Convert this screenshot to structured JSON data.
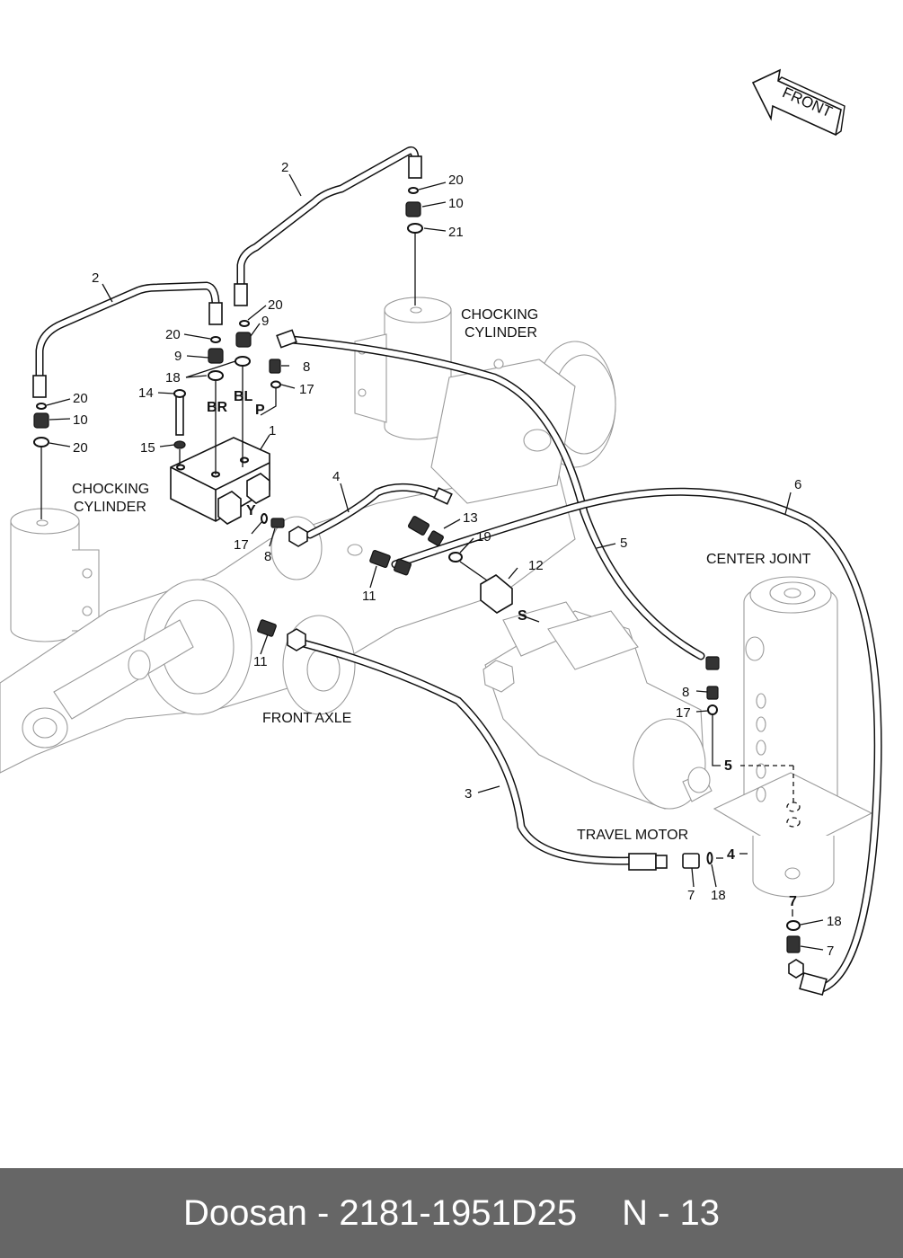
{
  "footer": {
    "brand": "Doosan",
    "separator": "-",
    "part_number": "2181-1951D25",
    "page_ref": "N - 13"
  },
  "orientation": {
    "label": "FRONT",
    "icon": "front-arrow-icon"
  },
  "components": {
    "chocking_cylinder_right": {
      "line1": "CHOCKING",
      "line2": "CYLINDER"
    },
    "chocking_cylinder_left": {
      "line1": "CHOCKING",
      "line2": "CYLINDER"
    },
    "front_axle": "FRONT AXLE",
    "center_joint": "CENTER JOINT",
    "travel_motor": "TRAVEL MOTOR"
  },
  "ports": {
    "br": "BR",
    "bl": "BL",
    "p": "P",
    "y": "Y",
    "s": "S",
    "cj5": "5",
    "cj4": "4",
    "cj7": "7"
  },
  "callouts": [
    "2",
    "2",
    "20",
    "10",
    "21",
    "20",
    "9",
    "20",
    "9",
    "18",
    "8",
    "17",
    "14",
    "20",
    "10",
    "20",
    "15",
    "1",
    "4",
    "13",
    "19",
    "17",
    "8",
    "12",
    "11",
    "11",
    "5",
    "6",
    "8",
    "17",
    "3",
    "7",
    "18",
    "18",
    "7"
  ]
}
